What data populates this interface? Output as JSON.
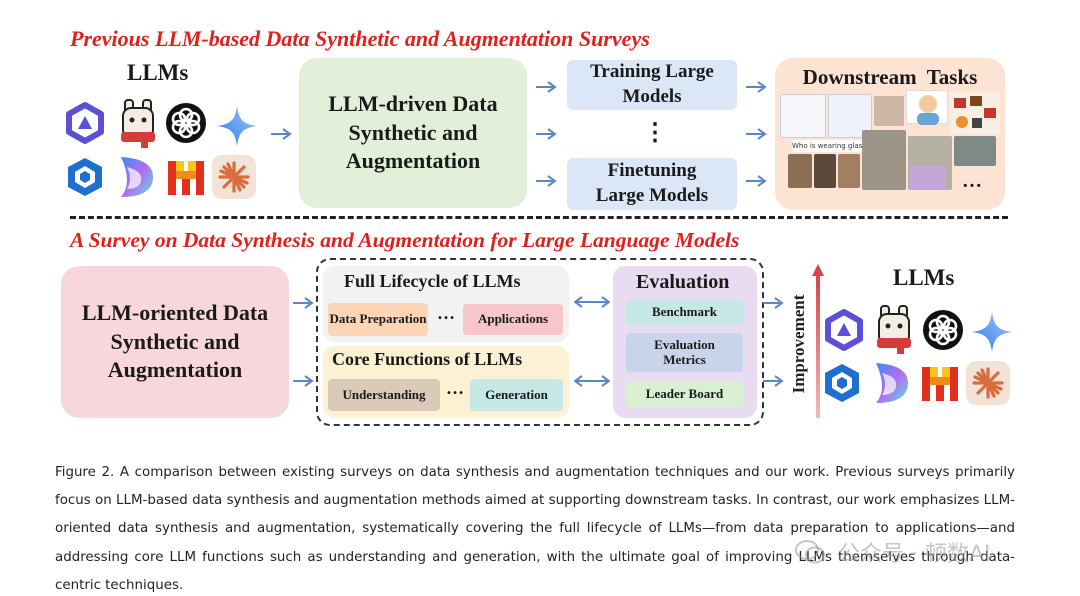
{
  "top": {
    "title": "Previous LLM-based Data Synthetic and  Augmentation Surveys",
    "llms_label": "LLMs",
    "main_box": "LLM-driven Data Synthetic and Augmentation",
    "training_box": "Training Large Models",
    "vertical_ellipsis": "⋮",
    "finetuning_box": "Finetuning Large Models",
    "downstream_title": "Downstream  Tasks",
    "downstream_ellipsis": "…",
    "downstream_snippet": "Who is wearing glasses?"
  },
  "bottom": {
    "title": "A Survey on Data Synthesis and Augmentation for Large Language Models",
    "main_box": "LLM-oriented Data Synthetic and Augmentation",
    "lifecycle": {
      "title": "Full Lifecycle of LLMs",
      "left_chip": "Data Preparation",
      "ellipsis": "…",
      "right_chip": "Applications"
    },
    "core": {
      "title": "Core Functions of LLMs",
      "left_chip": "Understanding",
      "ellipsis": "…",
      "right_chip": "Generation"
    },
    "evaluation": {
      "title": "Evaluation",
      "items": [
        "Benchmark",
        "Evaluation Metrics",
        "Leader Board"
      ]
    },
    "improvement_label": "Improvement",
    "llms_label": "LLMs"
  },
  "caption": "Figure 2. A comparison between existing surveys on data synthesis and augmentation techniques and our work. Previous surveys primarily focus on LLM-based data synthesis and augmentation methods aimed at supporting downstream tasks. In contrast, our work emphasizes LLM-oriented data synthesis and augmentation, systematically covering the full lifecycle of LLMs—from data preparation to applications—and addressing core LLM functions such as understanding and generation, with the ultimate goal of improving LLMs themselves through data-centric techniques.",
  "watermark": "公众号 · 顿数AI",
  "colors": {
    "title_red": "#e0201b",
    "arrow_blue": "#5b87c7",
    "green_box": "#e2f0d9",
    "blue_box": "#dbe7f6",
    "peach_box": "#fde3d4",
    "pink_box": "#f8d7dc",
    "lifecycle_panel": "#f2f2f2",
    "core_panel": "#fdf1d3",
    "evaluation_panel": "#e8dcf3",
    "chip_orange": "#fbd5b6",
    "chip_pink": "#f6c6cb",
    "chip_tan": "#dccab8",
    "chip_teal": "#c6e8e4",
    "chip_blue": "#c9d4ea",
    "chip_green": "#d9efd2",
    "improvement_red": "#d9434b"
  },
  "icons": [
    "qwen-icon",
    "llama-icon",
    "openai-icon",
    "gemini-star-icon",
    "hexagon-model-icon",
    "copilot-icon",
    "mistral-icon",
    "claude-icon"
  ]
}
